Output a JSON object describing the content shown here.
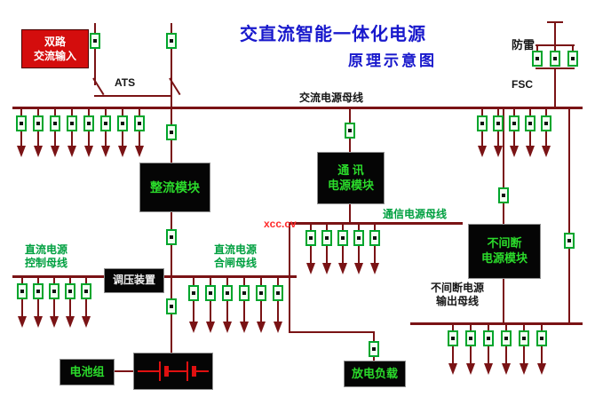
{
  "title": {
    "main": "交直流智能一体化电源",
    "sub": "原理示意图"
  },
  "watermark": "xcc.cv",
  "annotations": {
    "ats": "ATS",
    "lightning": "防雷",
    "fsc": "FSC"
  },
  "buses": {
    "ac": "交流电源母线",
    "comm": "通信电源母线",
    "dc_control": {
      "line1": "直流电源",
      "line2": "控制母线"
    },
    "dc_closing": {
      "line1": "直流电源",
      "line2": "合闸母线"
    },
    "ups_output": {
      "line1": "不间断电源",
      "line2": "输出母线"
    }
  },
  "modules": {
    "dual_ac_input": {
      "line1": "双路",
      "line2": "交流输入"
    },
    "rectifier": {
      "label": "整流模块"
    },
    "comm_power": {
      "line1": "通 讯",
      "line2": "电源模块"
    },
    "ups": {
      "line1": "不间断",
      "line2": "电源模块"
    },
    "regulator": {
      "label": "调压装置"
    },
    "battery": {
      "label": "电池组"
    },
    "discharge_load": {
      "label": "放电负载"
    }
  },
  "colors": {
    "wire": "#7a1315",
    "breaker_green": "#00a52c",
    "module_text_green": "#2bdb2b",
    "bus_label_green": "#00a040",
    "title_blue": "#1818cc",
    "input_box_red": "#d40d0d",
    "watermark_red": "#ff2a2a",
    "module_bg": "#050505"
  },
  "icons": {
    "breaker": "breaker-icon",
    "feeder_arrow": "feeder-arrow-icon",
    "switch_blade": "switch-blade-icon",
    "arrester": "breaker-icon",
    "battery_cell": "battery-cell-icon"
  }
}
